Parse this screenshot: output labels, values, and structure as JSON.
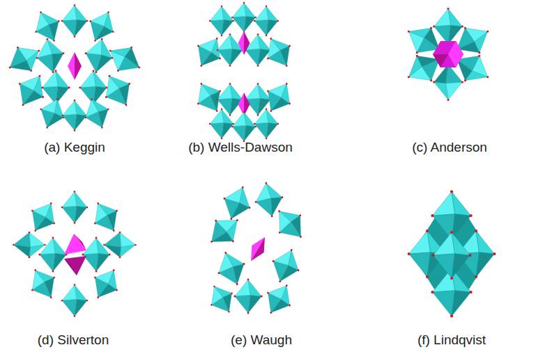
{
  "diagram": {
    "labels": [
      "(a) Keggin",
      "(b) Wells-Dawson",
      "(c) Anderson",
      "(d) Silverton",
      "(e) Waugh",
      "(f) Lindqvist"
    ]
  }
}
